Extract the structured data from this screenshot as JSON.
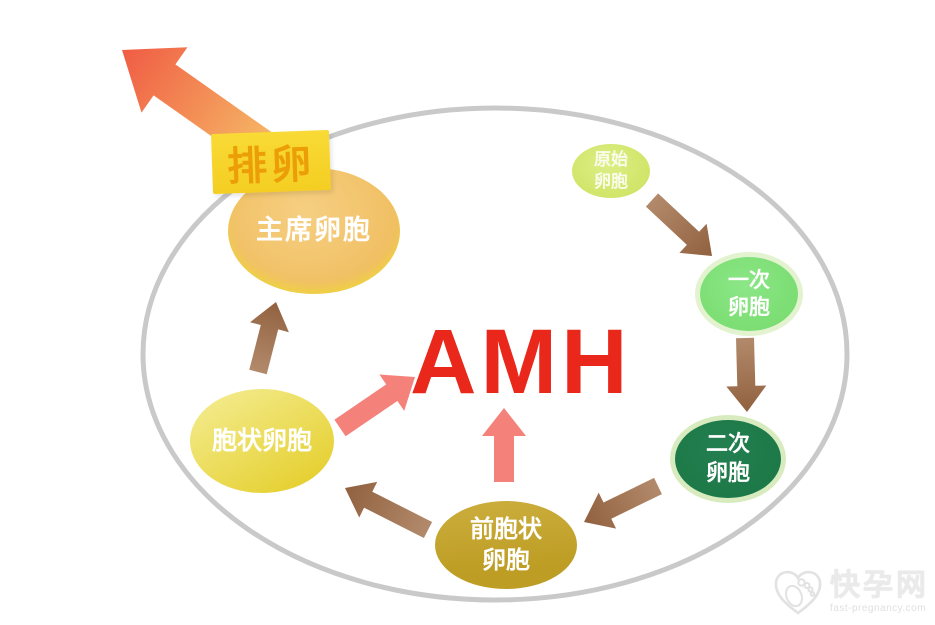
{
  "diagram": {
    "title": "AMH",
    "ovulation_label": "排卵",
    "stages": {
      "primordial": {
        "label": "原始\n卵胞"
      },
      "primary": {
        "label": "一次\n卵胞"
      },
      "secondary": {
        "label": "二次\n卵胞"
      },
      "preantral": {
        "label": "前胞状\n卵胞"
      },
      "antral": {
        "label": "胞状卵胞"
      },
      "dominant": {
        "label": "主席卵胞"
      }
    },
    "colors": {
      "amh_red": "#e9271b",
      "ovulation_box": "#f7d42e",
      "ovulation_text": "#eb9e07",
      "dominant_fill": "#f2c46d",
      "primordial_fill": "#d3e76e",
      "primary_fill": "#7fdf74",
      "secondary_fill": "#1e7c4a",
      "preantral_fill": "#c2a52c",
      "antral_fill": "#ecdd55",
      "brown_arrow": "#a1714f",
      "pink_arrow": "#f4827b",
      "big_arrow_start": "#f8d185",
      "big_arrow_end": "#f05c44",
      "ovary_outline": "#c9c9c9"
    }
  },
  "watermark": {
    "site_name": "快孕网",
    "site_url": "fast-pregnancy.com"
  }
}
